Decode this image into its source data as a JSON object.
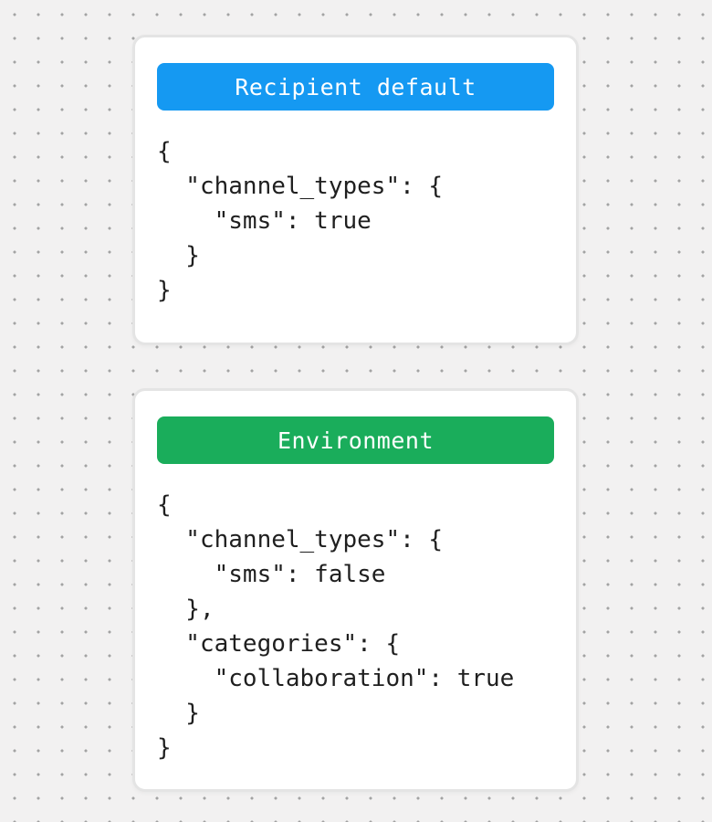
{
  "colors": {
    "page_background": "#f2f1f1",
    "dot": "#a3a3a3",
    "card_background": "#ffffff",
    "card_border": "#e4e4e4",
    "code_text": "#1f1f1f",
    "badge_text": "#ffffff",
    "recipient_badge": "#1599f2",
    "environment_badge": "#1aad5b"
  },
  "cards": [
    {
      "title": "Recipient default",
      "badge_color": "#1599f2",
      "code_lines": [
        "{",
        "  \"channel_types\": {",
        "    \"sms\": true",
        "  }",
        "}"
      ]
    },
    {
      "title": "Environment",
      "badge_color": "#1aad5b",
      "code_lines": [
        "{",
        "  \"channel_types\": {",
        "    \"sms\": false",
        "  },",
        "  \"categories\": {",
        "    \"collaboration\": true",
        "  }",
        "}"
      ]
    }
  ]
}
